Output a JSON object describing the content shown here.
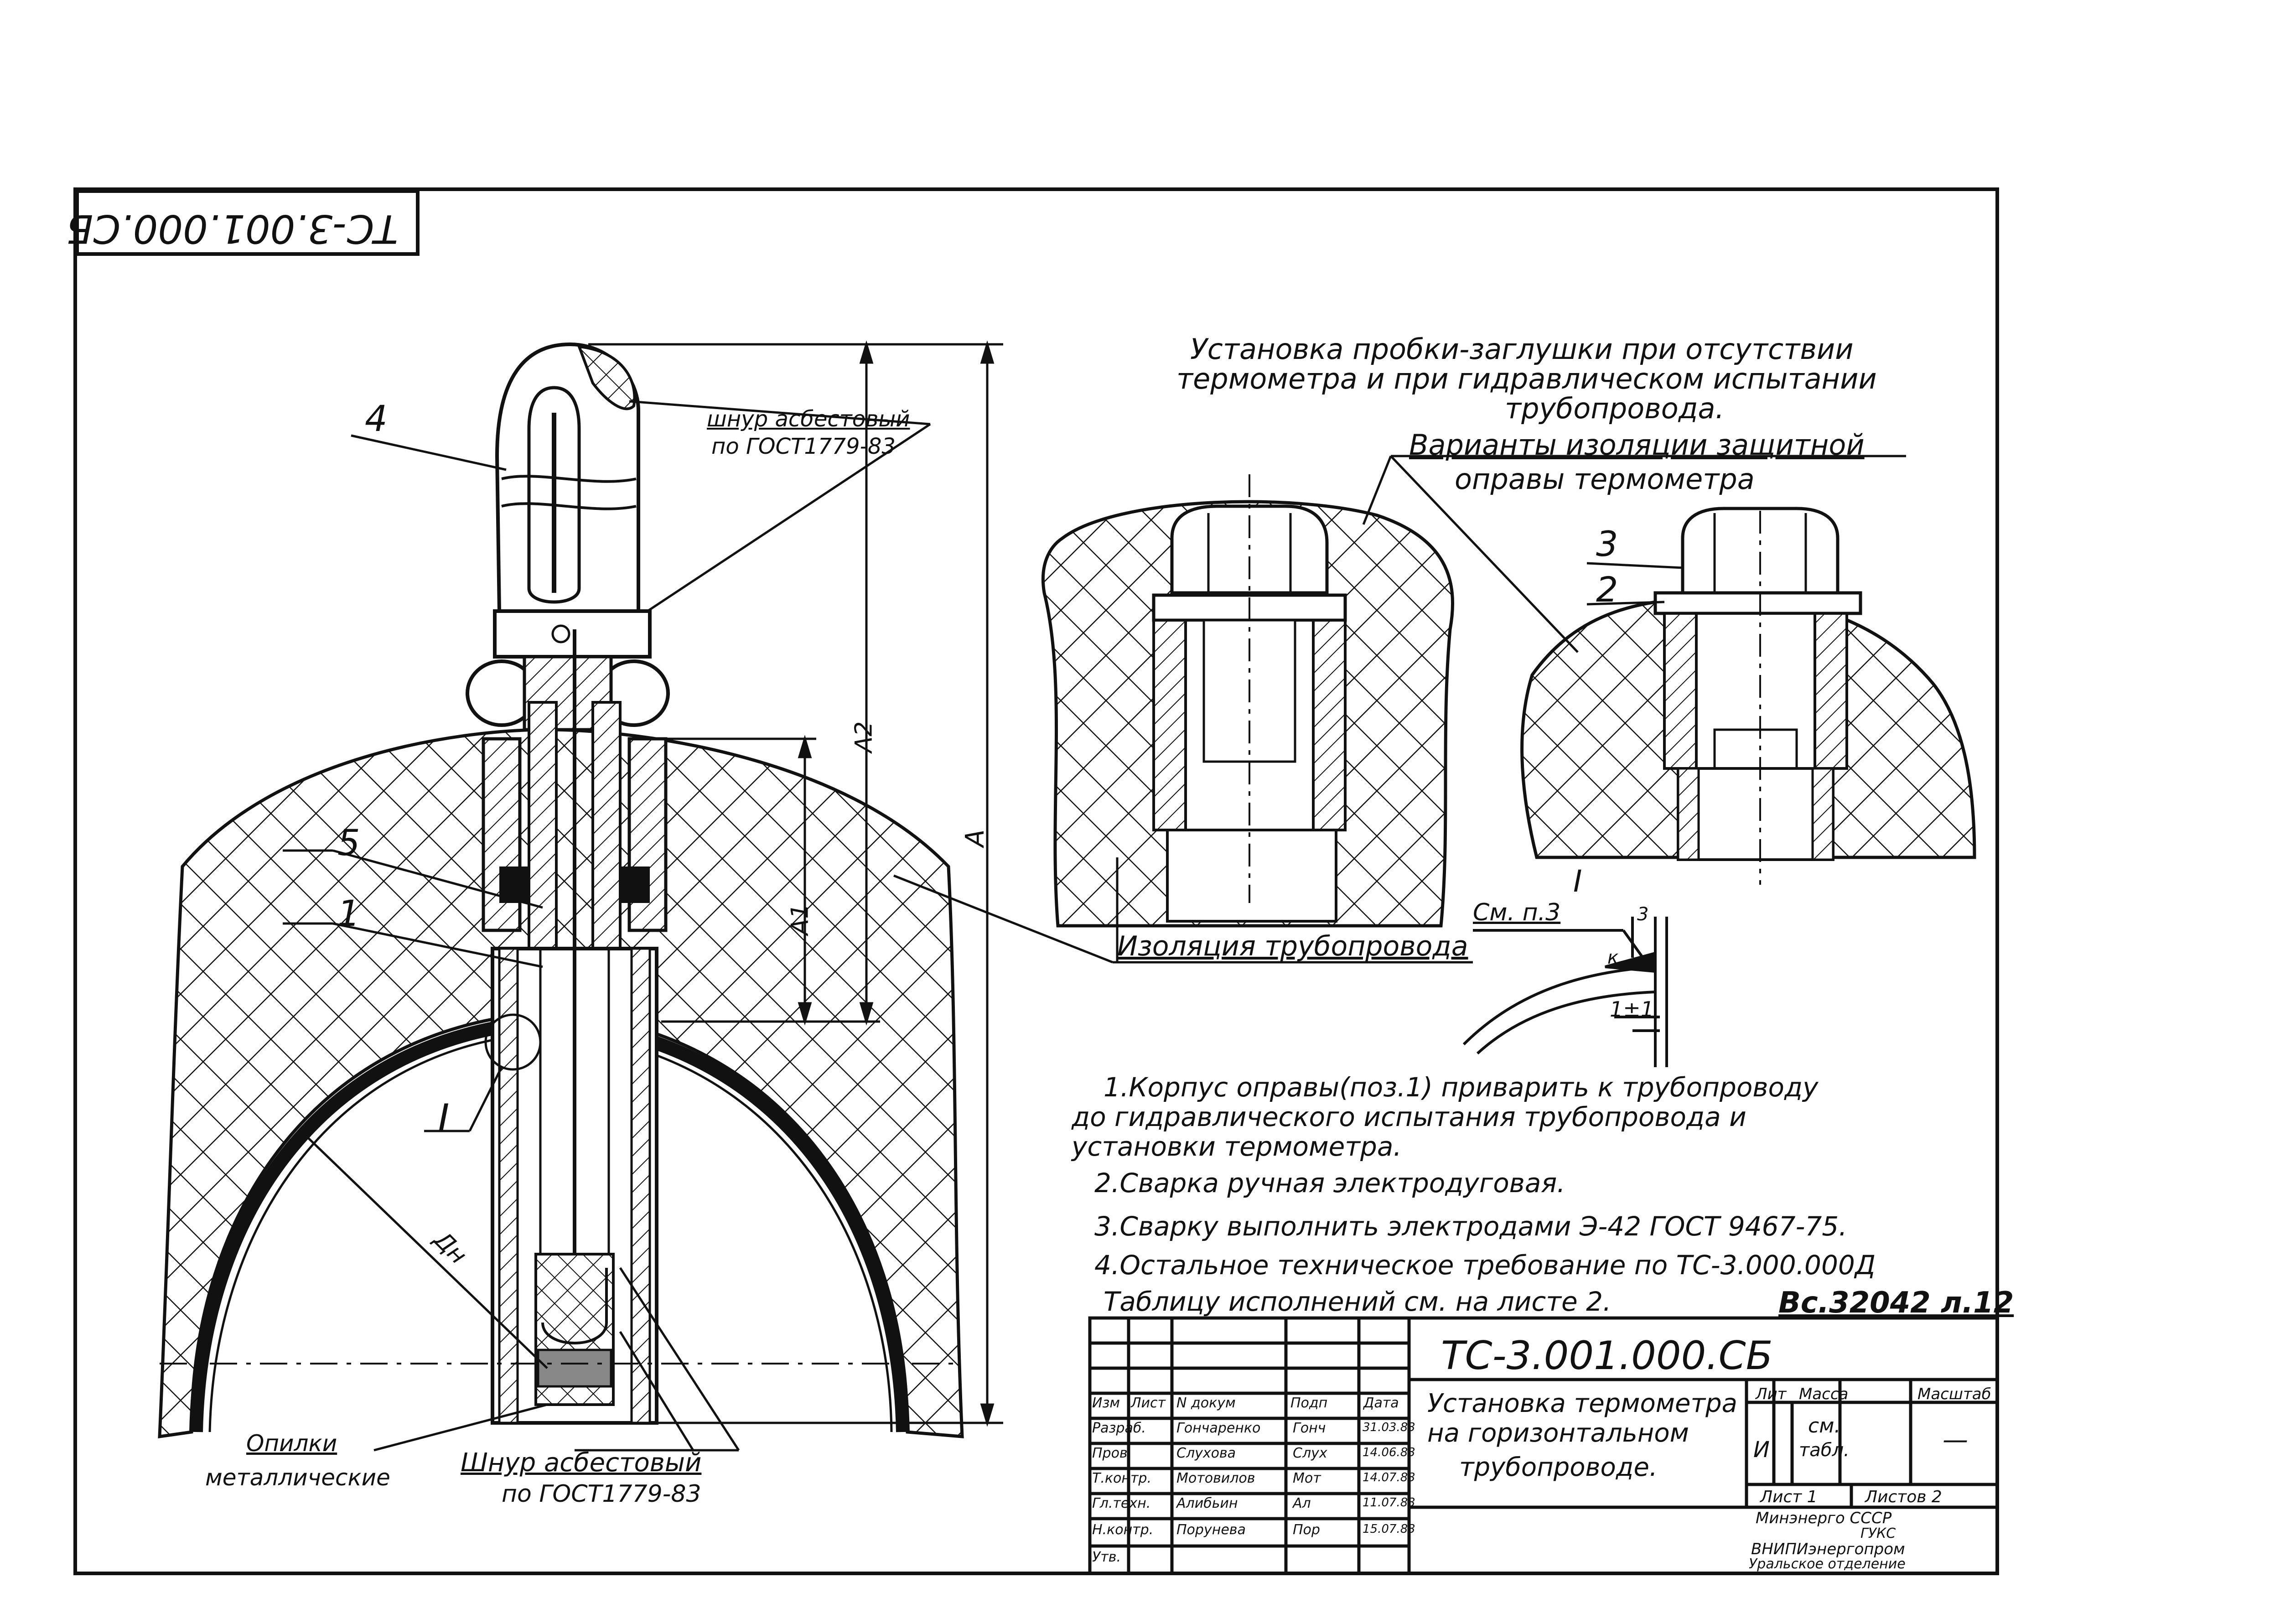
{
  "stamp": {
    "code_rotated": "ТС-3.001.000.СБ"
  },
  "header_note": {
    "line1": "Установка пробки-заглушки при отсутствии",
    "line2": "термометра и при гидравлическом испытании",
    "line3": "трубопровода."
  },
  "insulation_variants": {
    "line1": "Варианты изоляции защитной",
    "line2": "оправы термометра"
  },
  "callouts": {
    "item4": "4",
    "item5": "5",
    "item1": "1",
    "item3": "3",
    "item2": "2",
    "view_roman": "I",
    "detail_roman": "I",
    "cord_top_line1": "шнур асбестовый",
    "cord_top_line2": "по ГОСТ1779-83",
    "cord_bottom_line1": "Шнур асбестовый",
    "cord_bottom_line2": "по ГОСТ1779-83",
    "filings_line1": "Опилки",
    "filings_line2": "металлические",
    "pipe_insulation": "Изоляция трубопровода",
    "dim_A": "A",
    "dim_A1": "A1",
    "dim_A2": "A2",
    "dim_Dn": "Дн",
    "detail_see": "См. п.3",
    "detail_3": "3",
    "detail_k": "к",
    "detail_gap": "1±1"
  },
  "notes": [
    "1.Корпус оправы(поз.1) приварить к трубопроводу",
    "до гидравлического испытания трубопровода и",
    "установки термометра.",
    "2.Сварка ручная электродуговая.",
    "3.Сварку выполнить электродами Э-42 ГОСТ 9467-75.",
    "4.Остальное техническое требование по ТС-3.000.000Д",
    "Таблицу исполнений см. на листе 2."
  ],
  "reference": "Вс.32042 л.12",
  "title_block": {
    "code": "ТС-3.001.000.СБ",
    "title_line1": "Установка термометра",
    "title_line2": "на горизонтальном",
    "title_line3": "трубопроводе.",
    "col_lit": "Лит",
    "col_mass": "Масса",
    "col_scale": "Масштаб",
    "lit_value": "И",
    "mass_value_1": "см.",
    "mass_value_2": "табл.",
    "scale_value": "—",
    "sheet": "Лист 1",
    "sheets": "Листов 2",
    "org_line1": "Минэнерго СССР",
    "org_line2": "ГУКС",
    "org_line3": "ВНИПИэнергопром",
    "org_line4": "Уральское отделение",
    "head_izm": "Изм",
    "head_list": "Лист",
    "head_doc": "N докум",
    "head_sign": "Подп",
    "head_date": "Дата",
    "rows": [
      {
        "role": "Разраб.",
        "name": "Гончаренко",
        "sign": "Гонч",
        "date": "31.03.83"
      },
      {
        "role": "Пров.",
        "name": "Слухова",
        "sign": "Слух",
        "date": "14.06.83"
      },
      {
        "role": "Т.контр.",
        "name": "Мотовилов",
        "sign": "Мот",
        "date": "14.07.83"
      },
      {
        "role": "Гл.техн.",
        "name": "Алибьин",
        "sign": "Ал",
        "date": "11.07.83"
      },
      {
        "role": "Н.контр.",
        "name": "Порунева",
        "sign": "Пор",
        "date": "15.07.83"
      },
      {
        "role": "Утв.",
        "name": "",
        "sign": "",
        "date": ""
      }
    ]
  },
  "colors": {
    "ink": "#111111",
    "paper": "#ffffff"
  }
}
